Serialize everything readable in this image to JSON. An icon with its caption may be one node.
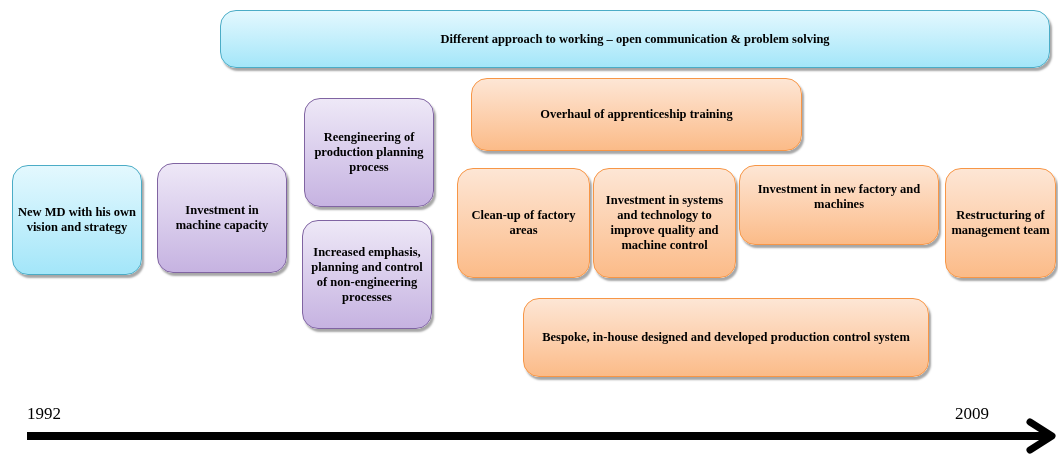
{
  "diagram": {
    "nodes": [
      {
        "text": [
          "Different approach to working – open communication & problem solving"
        ]
      },
      {
        "text": [
          "New MD with his own vision and strategy"
        ]
      },
      {
        "text": [
          "Investment in machine capacity"
        ]
      },
      {
        "text": [
          "Reengineering of production planning process"
        ]
      },
      {
        "text": [
          "Increased emphasis, planning and control of non-engineering processes"
        ]
      },
      {
        "text": [
          "Overhaul of apprenticeship training"
        ]
      },
      {
        "text": [
          "Clean-up of factory areas"
        ]
      },
      {
        "text": [
          "Investment in systems and technology to improve quality and machine control"
        ]
      },
      {
        "text": [
          "Investment in new factory and machines"
        ]
      },
      {
        "text": [
          "Restructuring of management team"
        ]
      },
      {
        "text": [
          "Bespoke, in-house designed and developed production control system"
        ]
      }
    ],
    "labels": [
      "1992",
      "2009"
    ]
  }
}
